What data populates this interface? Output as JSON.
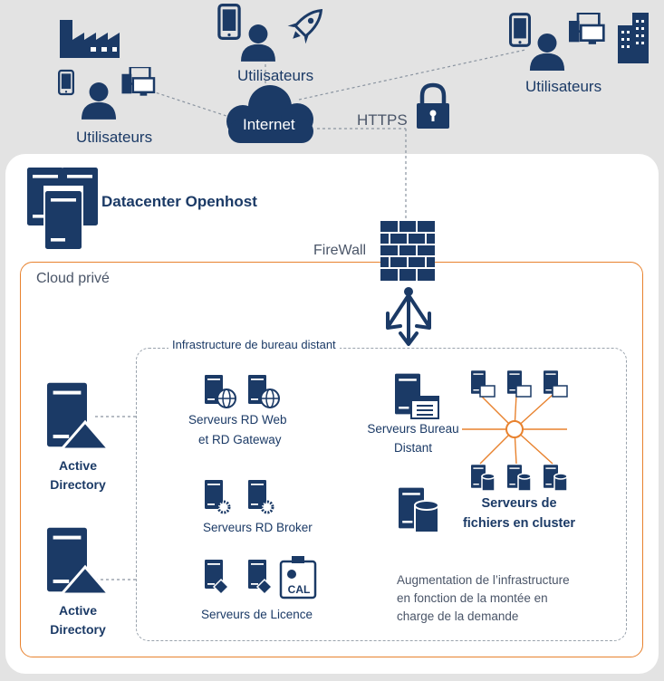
{
  "colors": {
    "navy": "#1b3a66",
    "orange": "#e8822e",
    "background": "#e3e3e3",
    "panel": "#ffffff",
    "dash": "#9aa3ad"
  },
  "users": {
    "left": "Utilisateurs",
    "top": "Utilisateurs",
    "right": "Utilisateurs"
  },
  "internet": "Internet",
  "https": "HTTPS",
  "datacenter": "Datacenter Openhost",
  "firewall": "FireWall",
  "cloud": "Cloud privé",
  "rds": {
    "title": "Infrastructure de bureau distant",
    "rdweb": {
      "line1": "Serveurs  RD Web",
      "line2": "et RD Gateway"
    },
    "broker": "Serveurs RD Broker",
    "licence": "Serveurs de Licence",
    "cal_badge": "CAL",
    "bureau": {
      "line1": "Serveurs Bureau",
      "line2": "Distant"
    },
    "cluster": {
      "line1": "Serveurs de",
      "line2": "fichiers en cluster"
    },
    "augmentation": {
      "line1": "Augmentation de l’infrastructure",
      "line2": "en fonction de la montée en",
      "line3": "charge de la demande"
    }
  },
  "active_directory": [
    {
      "line1": "Active",
      "line2": "Directory"
    },
    {
      "line1": "Active",
      "line2": "Directory"
    }
  ],
  "icons": [
    "factory-icon",
    "tablet-icon",
    "user-icon",
    "monitor-icon",
    "rocket-icon",
    "building-icon",
    "cloud-icon",
    "lock-icon",
    "server-icon",
    "firewall-icon",
    "split-arrow-icon",
    "globe-icon",
    "gear-icon",
    "certificate-icon",
    "window-icon",
    "database-icon",
    "hub-node-icon"
  ]
}
